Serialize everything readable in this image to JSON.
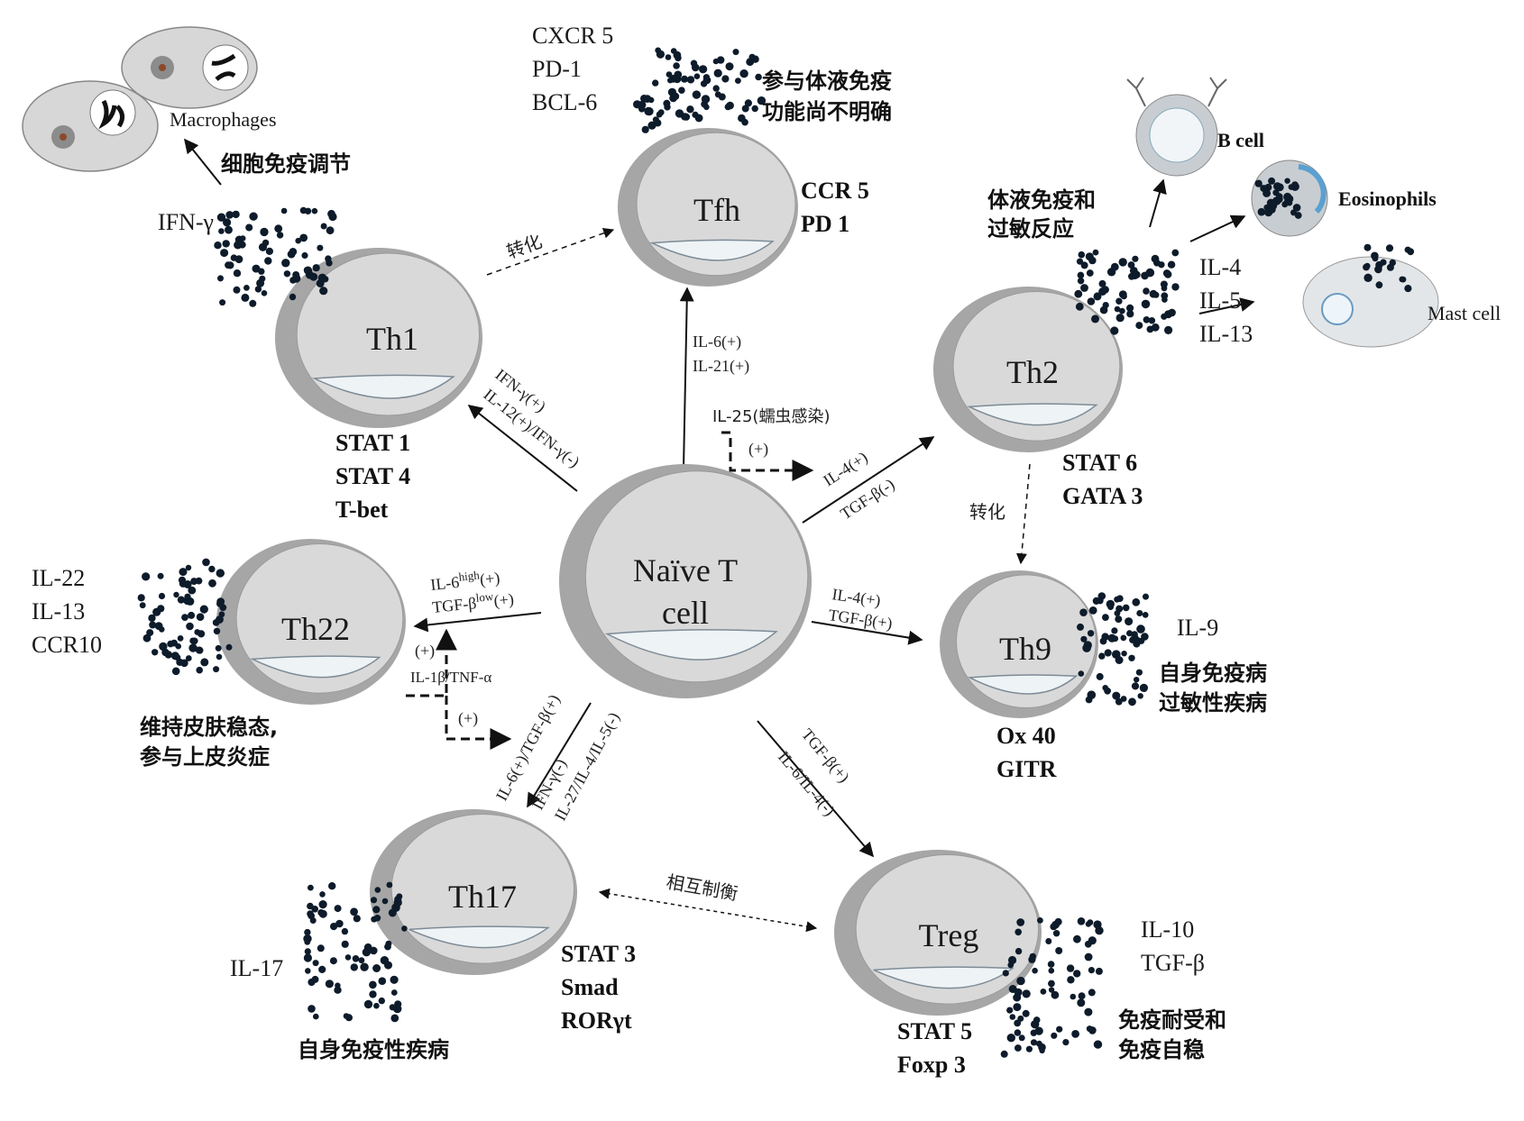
{
  "colors": {
    "cell_fill": "#d9d9d9",
    "cell_rim": "#a6a6a6",
    "nucleus": "#eef3f6",
    "dot": "#0d1b2a",
    "line": "#111111"
  },
  "cells": {
    "naive": {
      "name_line1": "Naïve T",
      "name_line2": "cell"
    },
    "th1": {
      "name": "Th1",
      "markers": [
        "STAT 1",
        "STAT 4",
        "T-bet"
      ],
      "cytokines": [
        "IFN-γ"
      ],
      "function": "细胞免疫调节"
    },
    "tfh": {
      "name": "Tfh",
      "surface": [
        "CXCR 5",
        "PD-1",
        "BCL-6"
      ],
      "markers": [
        "CCR 5",
        "PD 1"
      ],
      "function_line1": "参与体液免疫",
      "function_line2": "功能尚不明确"
    },
    "th2": {
      "name": "Th2",
      "markers": [
        "STAT 6",
        "GATA 3"
      ],
      "cytokines": [
        "IL-4",
        "IL-5",
        "IL-13"
      ],
      "function_line1": "体液免疫和",
      "function_line2": "过敏反应"
    },
    "th22": {
      "name": "Th22",
      "cytokines": [
        "IL-22",
        "IL-13",
        "CCR10"
      ],
      "function_line1": "维持皮肤稳态,",
      "function_line2": "参与上皮炎症"
    },
    "th9": {
      "name": "Th9",
      "markers": [
        "Ox 40",
        "GITR"
      ],
      "cytokines": [
        "IL-9"
      ],
      "function_line1": "自身免疫病",
      "function_line2": "过敏性疾病"
    },
    "th17": {
      "name": "Th17",
      "markers": [
        "STAT 3",
        "Smad",
        "RORγt"
      ],
      "cytokines": [
        "IL-17"
      ],
      "function": "自身免疫性疾病"
    },
    "treg": {
      "name": "Treg",
      "markers": [
        "STAT 5",
        "Foxp 3"
      ],
      "cytokines": [
        "IL-10",
        "TGF-β"
      ],
      "function_line1": "免疫耐受和",
      "function_line2": "免疫自稳"
    }
  },
  "targets": {
    "macrophages": "Macrophages",
    "b_cell": "B cell",
    "eosinophils": "Eosinophils",
    "mast_cell": "Mast cell"
  },
  "arrows": {
    "to_th1_1": "IFN-γ(+)",
    "to_th1_2": "IL-12(+)/IFN-γ(-)",
    "to_tfh_1": "IL-6(+)",
    "to_tfh_2": "IL-21(+)",
    "il25": "IL-25(蠕虫感染)",
    "il25_plus": "(+)",
    "to_th2_1": "IL-4(+)",
    "to_th2_2": "TGF-β(-)",
    "to_th9_1": "IL-4(+)",
    "to_th9_2": "TGF-β(+)",
    "to_treg_1": "TGF-β(+)",
    "to_treg_2": "IL-6/IL-4(-)",
    "to_th17_1": "IL-6(+)/TGF-β(+)",
    "to_th17_2": "IFN-γ(-)",
    "to_th17_3": "IL-27/IL-4/IL-5(-)",
    "to_th22_1": "IL-6",
    "to_th22_1_sup": "high",
    "to_th22_1_end": "(+)",
    "to_th22_2": "TGF-β",
    "to_th22_2_sup": "low",
    "to_th22_2_end": "(+)",
    "il1b": "IL-1β/TNF-α",
    "plus_a": "(+)",
    "plus_b": "(+)",
    "th1_tfh": "转化",
    "th2_th9": "转化",
    "th17_treg": "相互制衡"
  }
}
